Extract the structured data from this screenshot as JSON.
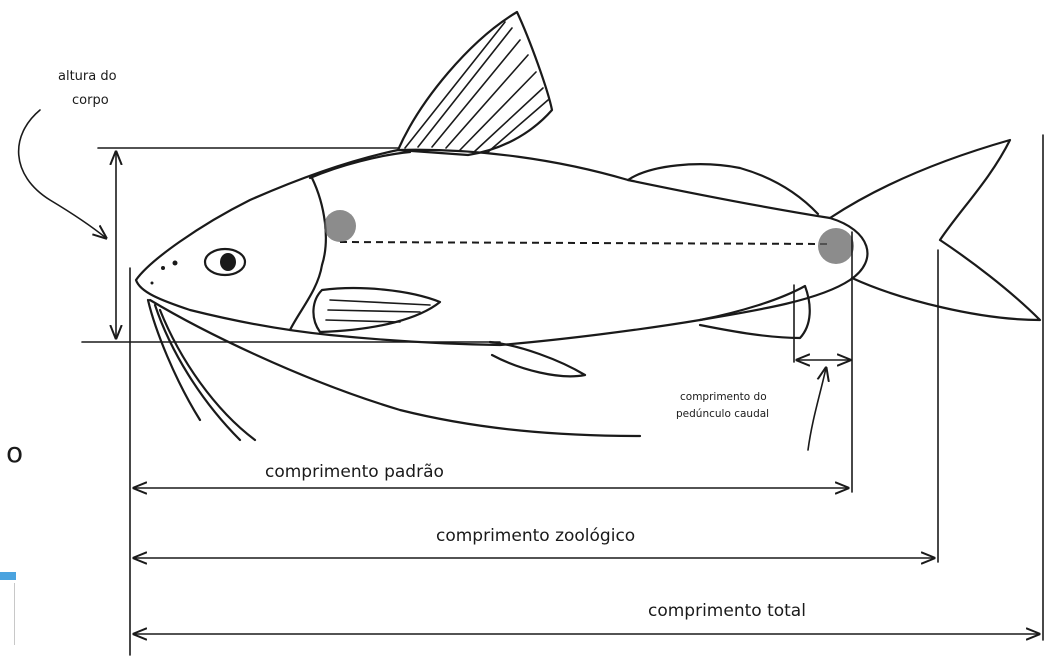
{
  "diagram": {
    "labels": {
      "body_height": [
        "altura do",
        "corpo"
      ],
      "peduncle": [
        "comprimento do",
        "pedúnculo caudal"
      ],
      "standard_length": "comprimento padrão",
      "zoological_length": "comprimento zoológico",
      "total_length": "comprimento total"
    },
    "edge_fragment": "o"
  }
}
